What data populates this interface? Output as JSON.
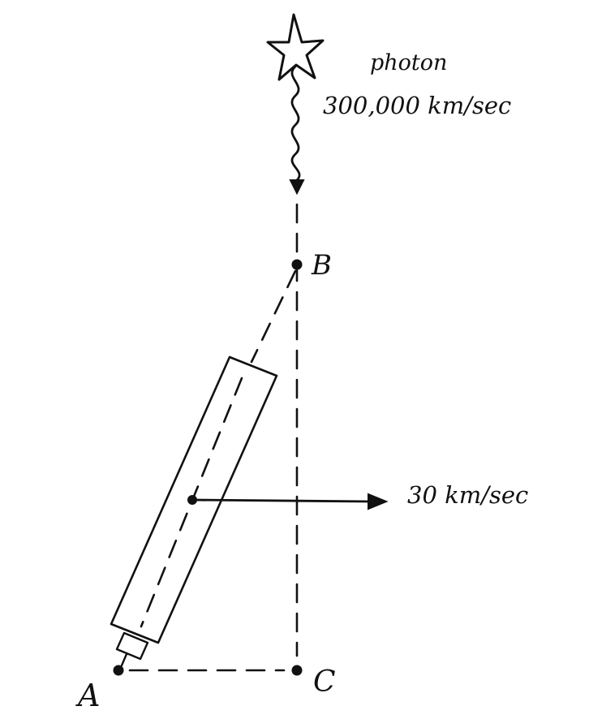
{
  "labels": {
    "photon": "photon",
    "photon_speed": "300,000 km/sec",
    "telescope_speed": "30 km/sec",
    "point_a": "A",
    "point_b": "B",
    "point_c": "C"
  },
  "icons": {
    "source": "star-icon"
  },
  "colors": {
    "ink": "#111111",
    "paper": "#ffffff"
  }
}
